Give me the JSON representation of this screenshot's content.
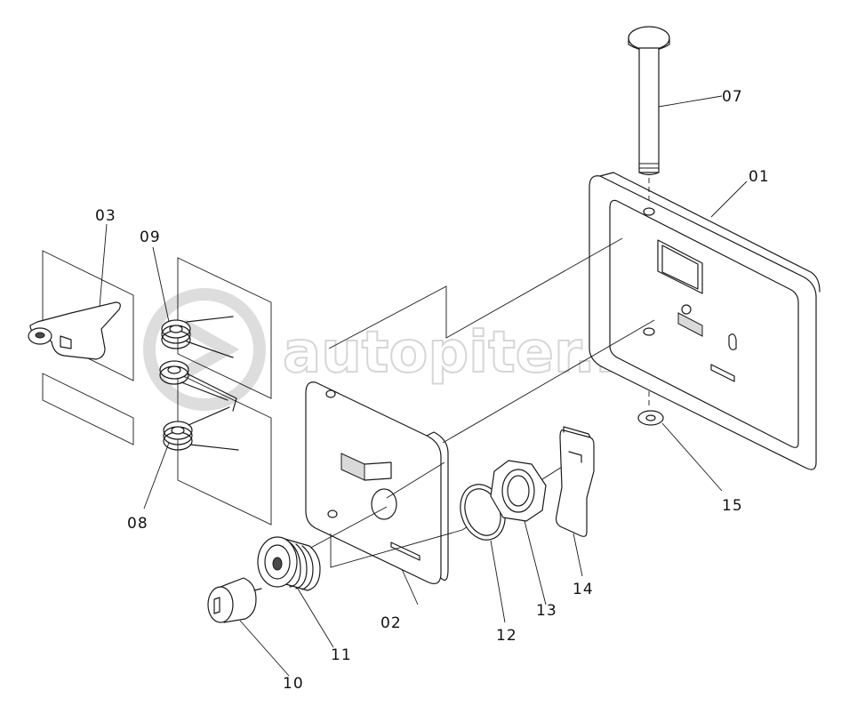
{
  "diagram": {
    "labels": {
      "p01": "01",
      "p02": "02",
      "p03": "03",
      "p07": "07",
      "p08": "08",
      "p09": "09",
      "p10": "10",
      "p11": "11",
      "p12": "12",
      "p13": "13",
      "p14": "14",
      "p15": "15"
    },
    "watermark": "autopiter.ru"
  }
}
